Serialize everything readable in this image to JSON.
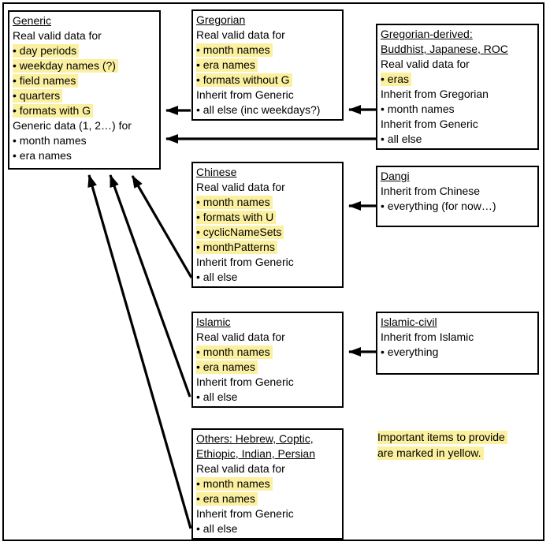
{
  "bullet_char": "• ",
  "colors": {
    "highlight": "#FBF0A0",
    "line": "#000000",
    "background": "#FFFFFF"
  },
  "boxes": {
    "generic": {
      "title_lines": [
        "Generic"
      ],
      "lines": [
        {
          "text": "Real valid data for",
          "bullet": false,
          "highlight": false
        },
        {
          "text": "day periods",
          "bullet": true,
          "highlight": true
        },
        {
          "text": "weekday names (?)",
          "bullet": true,
          "highlight": true
        },
        {
          "text": "field names",
          "bullet": true,
          "highlight": true
        },
        {
          "text": "quarters",
          "bullet": true,
          "highlight": true
        },
        {
          "text": "formats with G",
          "bullet": true,
          "highlight": true
        },
        {
          "text": "Generic data (1, 2…) for",
          "bullet": false,
          "highlight": false
        },
        {
          "text": "month names",
          "bullet": true,
          "highlight": false
        },
        {
          "text": "era names",
          "bullet": true,
          "highlight": false
        }
      ]
    },
    "gregorian": {
      "title_lines": [
        "Gregorian"
      ],
      "lines": [
        {
          "text": "Real valid data for",
          "bullet": false,
          "highlight": false
        },
        {
          "text": "month names",
          "bullet": true,
          "highlight": true
        },
        {
          "text": "era names",
          "bullet": true,
          "highlight": true
        },
        {
          "text": "formats without G",
          "bullet": true,
          "highlight": true
        },
        {
          "text": "Inherit from Generic",
          "bullet": false,
          "highlight": false
        },
        {
          "text": "all else (inc weekdays?)",
          "bullet": true,
          "highlight": false
        }
      ]
    },
    "gregorian-derived": {
      "title_lines": [
        "Gregorian-derived:",
        "Buddhist, Japanese, ROC"
      ],
      "lines": [
        {
          "text": "Real valid data for",
          "bullet": false,
          "highlight": false
        },
        {
          "text": "eras",
          "bullet": true,
          "highlight": true
        },
        {
          "text": "Inherit from Gregorian",
          "bullet": false,
          "highlight": false
        },
        {
          "text": "month names",
          "bullet": true,
          "highlight": false
        },
        {
          "text": "Inherit from Generic",
          "bullet": false,
          "highlight": false
        },
        {
          "text": "all else",
          "bullet": true,
          "highlight": false
        }
      ]
    },
    "chinese": {
      "title_lines": [
        "Chinese"
      ],
      "lines": [
        {
          "text": "Real valid data for",
          "bullet": false,
          "highlight": false
        },
        {
          "text": "month names",
          "bullet": true,
          "highlight": true
        },
        {
          "text": "formats with U",
          "bullet": true,
          "highlight": true
        },
        {
          "text": "cyclicNameSets",
          "bullet": true,
          "highlight": true
        },
        {
          "text": "monthPatterns",
          "bullet": true,
          "highlight": true
        },
        {
          "text": "Inherit from Generic",
          "bullet": false,
          "highlight": false
        },
        {
          "text": "all else",
          "bullet": true,
          "highlight": false
        }
      ]
    },
    "dangi": {
      "title_lines": [
        "Dangi"
      ],
      "lines": [
        {
          "text": "Inherit from Chinese",
          "bullet": false,
          "highlight": false
        },
        {
          "text": "everything (for now…)",
          "bullet": true,
          "highlight": false
        }
      ]
    },
    "islamic": {
      "title_lines": [
        "Islamic"
      ],
      "lines": [
        {
          "text": "Real valid data for",
          "bullet": false,
          "highlight": false
        },
        {
          "text": "month names",
          "bullet": true,
          "highlight": true
        },
        {
          "text": "era names",
          "bullet": true,
          "highlight": true
        },
        {
          "text": "Inherit from Generic",
          "bullet": false,
          "highlight": false
        },
        {
          "text": "all else",
          "bullet": true,
          "highlight": false
        }
      ]
    },
    "islamic-civil": {
      "title_lines": [
        "Islamic-civil"
      ],
      "lines": [
        {
          "text": "Inherit from Islamic",
          "bullet": false,
          "highlight": false
        },
        {
          "text": "everything",
          "bullet": true,
          "highlight": false
        }
      ]
    },
    "others": {
      "title_lines": [
        "Others: Hebrew, Coptic,",
        "Ethiopic, Indian, Persian"
      ],
      "lines": [
        {
          "text": "Real valid data for",
          "bullet": false,
          "highlight": false
        },
        {
          "text": "month names",
          "bullet": true,
          "highlight": true
        },
        {
          "text": "era names",
          "bullet": true,
          "highlight": true
        },
        {
          "text": "Inherit from Generic",
          "bullet": false,
          "highlight": false
        },
        {
          "text": "all else",
          "bullet": true,
          "highlight": false
        }
      ]
    }
  },
  "note": {
    "lines": [
      "Important items to provide",
      "are marked in yellow."
    ],
    "highlight": true
  },
  "arrows": [
    {
      "from": "Gregorian",
      "to": "Generic"
    },
    {
      "from": "Gregorian-derived",
      "to": "Gregorian"
    },
    {
      "from": "Gregorian-derived",
      "to": "Generic"
    },
    {
      "from": "Dangi",
      "to": "Chinese"
    },
    {
      "from": "Islamic-civil",
      "to": "Islamic"
    },
    {
      "from": "Chinese",
      "to": "Generic"
    },
    {
      "from": "Islamic",
      "to": "Generic"
    },
    {
      "from": "Others",
      "to": "Generic"
    }
  ]
}
